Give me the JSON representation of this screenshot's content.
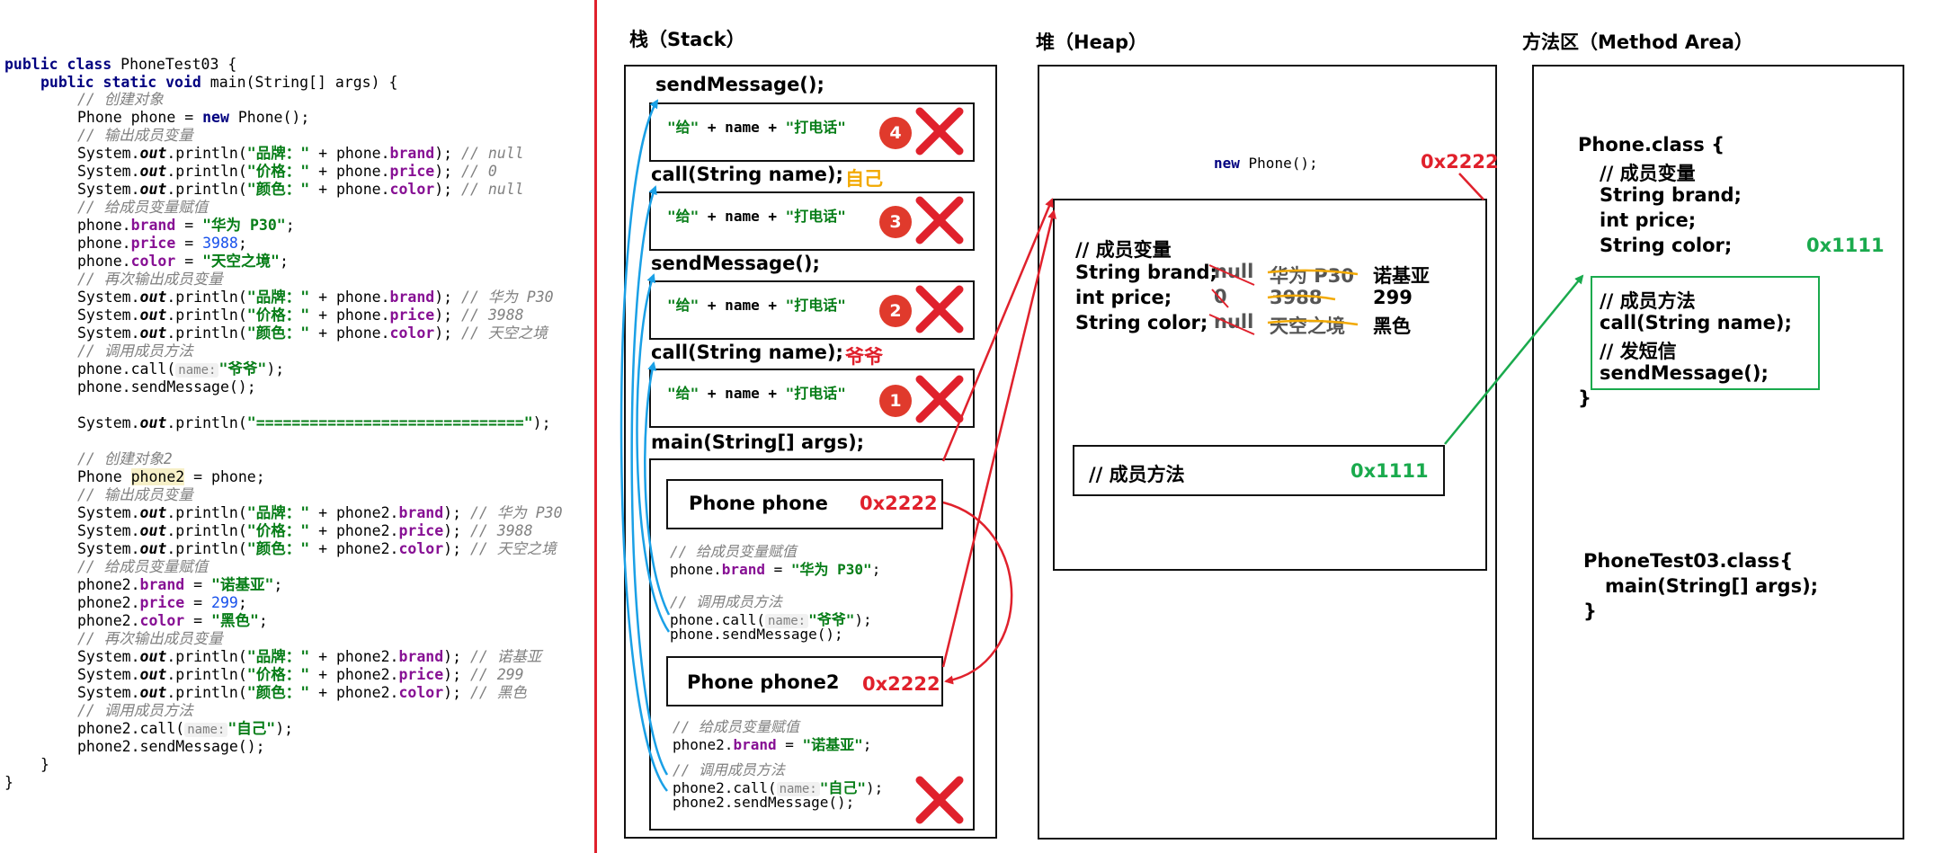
{
  "code": {
    "l1": {
      "kw1": "public",
      "kw2": "class",
      "rest": " PhoneTest03 {"
    },
    "l2": {
      "kw1": "public",
      "kw2": "static",
      "kw3": "void",
      "rest": " main(String[] args) {"
    },
    "c_create": "// 创建对象",
    "l_new": {
      "a": "Phone phone = ",
      "kw": "new",
      "b": " Phone();"
    },
    "c_print": "// 输出成员变量",
    "p_brand": {
      "a": "System.",
      "out": "out",
      "b": ".println(",
      "s": "\"品牌：\"",
      "c": " + phone.",
      "f": "brand",
      "d": "); ",
      "cm": "// null"
    },
    "p_price": {
      "a": "System.",
      "out": "out",
      "b": ".println(",
      "s": "\"价格：\"",
      "c": " + phone.",
      "f": "price",
      "d": "); ",
      "cm": "// 0"
    },
    "p_color": {
      "a": "System.",
      "out": "out",
      "b": ".println(",
      "s": "\"颜色：\"",
      "c": " + phone.",
      "f": "color",
      "d": "); ",
      "cm": "// null"
    },
    "c_assign": "// 给成员变量赋值",
    "a_brand": {
      "a": "phone.",
      "f": "brand",
      "b": " = ",
      "s": "\"华为 P30\"",
      "c": ";"
    },
    "a_price": {
      "a": "phone.",
      "f": "price",
      "b": " = ",
      "n": "3988",
      "c": ";"
    },
    "a_color": {
      "a": "phone.",
      "f": "color",
      "b": " = ",
      "s": "\"天空之境\"",
      "c": ";"
    },
    "c_reprint": "// 再次输出成员变量",
    "r_brand_cm": "// 华为 P30",
    "r_price_cm": "// 3988",
    "r_color_cm": "// 天空之境",
    "c_method": "// 调用成员方法",
    "call1": {
      "a": "phone.call(",
      "hint": "name:",
      "s": "\"爷爷\"",
      "b": ");"
    },
    "send1": "phone.sendMessage();",
    "sep": {
      "a": "System.",
      "out": "out",
      "b": ".println(",
      "s": "\"==============================\"",
      "c": ");"
    },
    "c_create2": "// 创建对象2",
    "l_p2": {
      "a": "Phone ",
      "v": "phone2",
      "b": " = phone;"
    },
    "p2_brand_cm": "// 华为 P30",
    "p2_price_cm": "// 3988",
    "p2_color_cm": "// 天空之境",
    "a2_brand": {
      "a": "phone2.",
      "f": "brand",
      "b": " = ",
      "s": "\"诺基亚\"",
      "c": ";"
    },
    "a2_price": {
      "a": "phone2.",
      "f": "price",
      "b": " = ",
      "n": "299",
      "c": ";"
    },
    "a2_color": {
      "a": "phone2.",
      "f": "color",
      "b": " = ",
      "s": "\"黑色\"",
      "c": ";"
    },
    "r2_brand_cm": "// 诺基亚",
    "r2_price_cm": "// 299",
    "r2_color_cm": "// 黑色",
    "call2": {
      "a": "phone2.call(",
      "hint": "name:",
      "s": "\"自己\"",
      "b": ");"
    },
    "send2": "phone2.sendMessage();",
    "close_method": "}",
    "close_class": "}"
  },
  "stack": {
    "title": "栈（Stack）",
    "frames": [
      {
        "label": "sendMessage();",
        "code_a": "\"给\"",
        "code_b": " + name + ",
        "code_c": "\"打电话\"",
        "badge": "4"
      },
      {
        "label": "call(String name);",
        "tag": "自己",
        "code_a": "\"给\"",
        "code_b": " + name + ",
        "code_c": "\"打电话\"",
        "badge": "3"
      },
      {
        "label": "sendMessage();",
        "code_a": "\"给\"",
        "code_b": " + name + ",
        "code_c": "\"打电话\"",
        "badge": "2"
      },
      {
        "label": "call(String name);",
        "tag": "爷爷",
        "code_a": "\"给\"",
        "code_b": " + name + ",
        "code_c": "\"打电话\"",
        "badge": "1"
      }
    ],
    "main": {
      "label": "main(String[] args);",
      "phone_label": "Phone phone",
      "phone_addr": "0x2222",
      "c_assign": "// 给成员变量赋值",
      "assign": {
        "a": "phone.",
        "f": "brand",
        "b": " = ",
        "s": "\"华为 P30\"",
        "c": ";"
      },
      "c_method": "// 调用成员方法",
      "call": {
        "a": "phone.call(",
        "hint": "name:",
        "s": "\"爷爷\"",
        "b": ");"
      },
      "send": "phone.sendMessage();",
      "phone2_label": "Phone phone2",
      "phone2_addr": "0x2222",
      "c_assign2": "// 给成员变量赋值",
      "assign2": {
        "a": "phone2.",
        "f": "brand",
        "b": " = ",
        "s": "\"诺基亚\"",
        "c": ";"
      },
      "c_method2": "// 调用成员方法",
      "call2": {
        "a": "phone2.call(",
        "hint": "name:",
        "s": "\"自己\"",
        "b": ");"
      },
      "send2": "phone2.sendMessage();"
    }
  },
  "heap": {
    "title": "堆（Heap）",
    "new_kw": "new",
    "new_rest": " Phone();",
    "addr": "0x2222",
    "vars_comment": "// 成员变量",
    "rows": [
      {
        "decl": "String brand;",
        "old": "null",
        "mid": "华为 P30",
        "new": "诺基亚"
      },
      {
        "decl": "int price;",
        "old": "0",
        "mid": "3988",
        "new": "299"
      },
      {
        "decl": "String color;",
        "old": "null",
        "mid": "天空之境",
        "new": "黑色"
      }
    ],
    "methods_label": "// 成员方法",
    "methods_addr": "0x1111"
  },
  "method_area": {
    "title": "方法区（Method Area）",
    "class_open": "Phone.class {",
    "vars_comment": "// 成员变量",
    "var1": "String brand;",
    "var2": "int price;",
    "var3": "String color;",
    "addr": "0x1111",
    "methods_comment": "// 成员方法",
    "m1": "call(String name);",
    "m2_comment": "// 发短信",
    "m3": "sendMessage();",
    "class_close": "}",
    "test_open": "PhoneTest03.class{",
    "test_main": "main(String[] args);",
    "test_close": "}"
  },
  "colors": {
    "red": "#e0212c",
    "blue": "#1aa0e6",
    "green": "#1aaa4d",
    "orange": "#f2a900"
  }
}
